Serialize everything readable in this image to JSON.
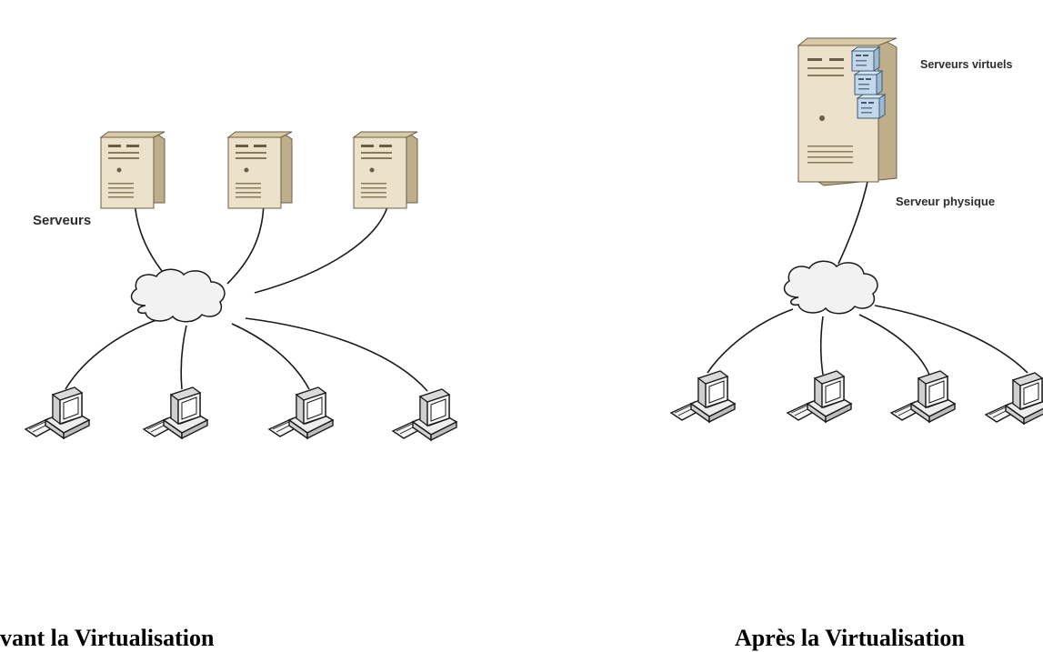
{
  "labels": {
    "servers": "Serveurs",
    "virtual_servers": "Serveurs virtuels",
    "physical_server": "Serveur physique"
  },
  "captions": {
    "before": "vant la Virtualisation",
    "after": "Après  la Virtualisation"
  },
  "colors": {
    "server_body": "#e8dcc4",
    "server_side": "#bfae8c",
    "vm_block": "#b9cfe3",
    "cloud_fill": "#f2f2f2",
    "pc_fill": "#f4f4f4",
    "line": "#1a1a1a"
  },
  "icons": {
    "server": "server-tower-icon",
    "virtual_server": "virtual-server-icon",
    "cloud": "network-cloud-icon",
    "client": "workstation-icon"
  }
}
